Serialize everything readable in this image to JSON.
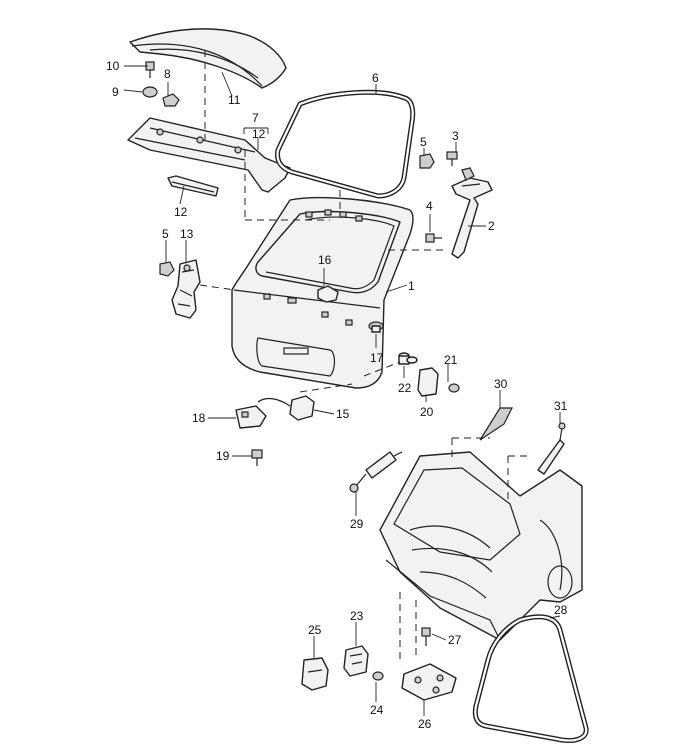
{
  "callouts": {
    "c1": "1",
    "c2": "2",
    "c3": "3",
    "c4": "4",
    "c5a": "5",
    "c5b": "5",
    "c6": "6",
    "c7": "7",
    "c8": "8",
    "c9": "9",
    "c10": "10",
    "c11": "11",
    "c12a": "12",
    "c12b": "12",
    "c13": "13",
    "c15": "15",
    "c16": "16",
    "c17": "17",
    "c18": "18",
    "c19": "19",
    "c20": "20",
    "c21": "21",
    "c22": "22",
    "c23": "23",
    "c24": "24",
    "c25": "25",
    "c26": "26",
    "c27": "27",
    "c28": "28",
    "c29": "29",
    "c30": "30",
    "c31": "31"
  }
}
